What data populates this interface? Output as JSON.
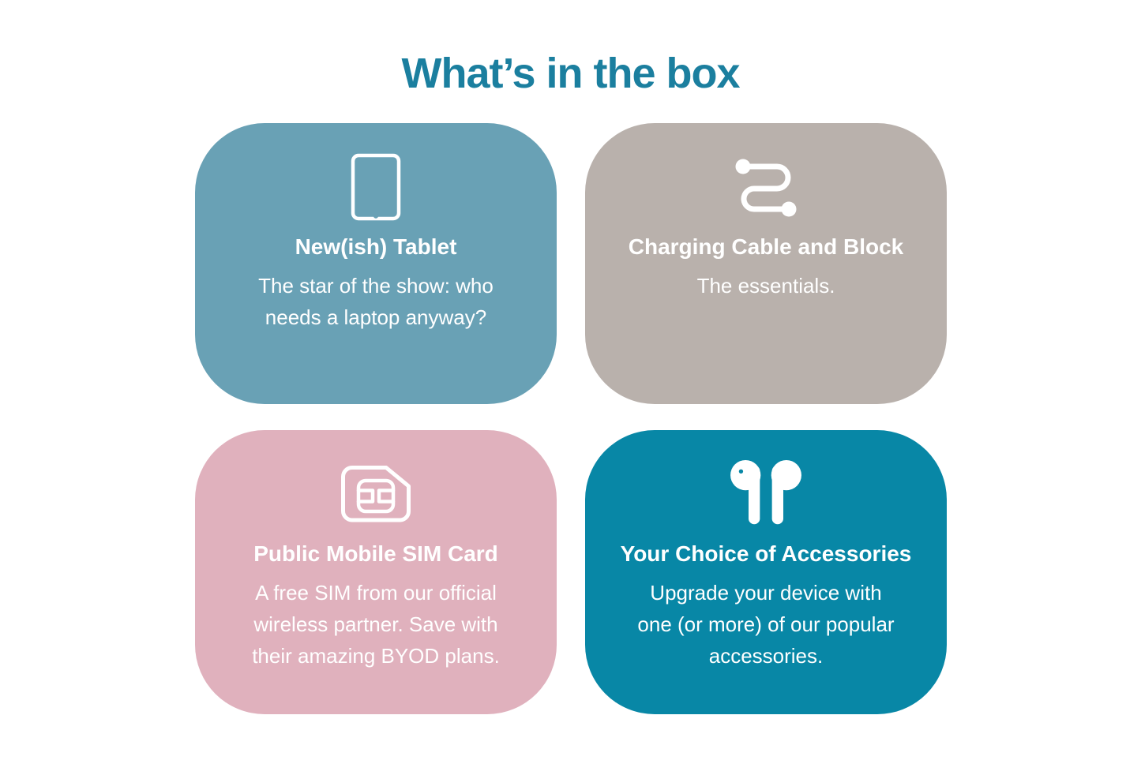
{
  "page": {
    "title": "What’s in the box",
    "background_color": "#ffffff",
    "title_color": "#1b7f9f"
  },
  "cards": [
    {
      "id": "newish-tablet",
      "icon": "tablet-icon",
      "color": "#69a1b5",
      "text_color": "#ffffff",
      "title": "New(ish) Tablet",
      "body": "The star of the show: who\nneeds a laptop anyway?"
    },
    {
      "id": "charging-cable-and-block",
      "icon": "charging-cable-icon",
      "color": "#b9b1ac",
      "text_color": "#ffffff",
      "title": "Charging Cable and Block",
      "body": "The essentials."
    },
    {
      "id": "public-mobile-sim-card",
      "icon": "sim-card-icon",
      "color": "#e0b1bd",
      "text_color": "#ffffff",
      "title": "Public Mobile SIM Card",
      "body": "A free SIM from our official\nwireless partner. Save with\ntheir amazing BYOD plans."
    },
    {
      "id": "your-choice-of-accessories",
      "icon": "earbuds-icon",
      "color": "#0887a6",
      "text_color": "#ffffff",
      "title": "Your Choice of Accessories",
      "body": "Upgrade your device with\none (or more) of our popular\naccessories."
    }
  ]
}
